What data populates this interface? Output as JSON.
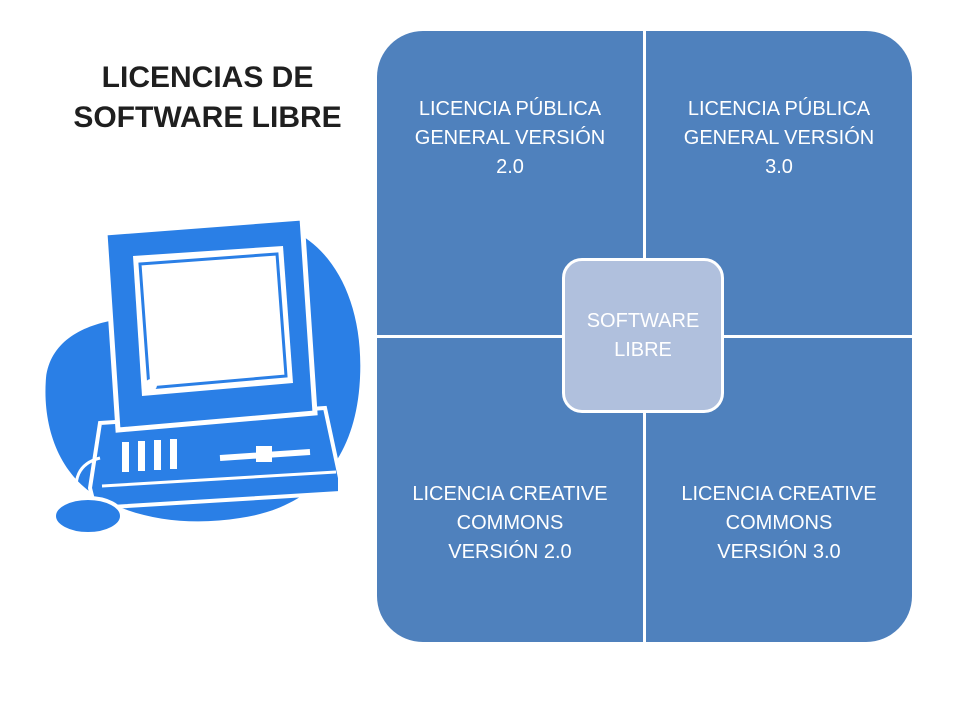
{
  "title": {
    "line1": "LICENCIAS DE",
    "line2": "SOFTWARE LIBRE"
  },
  "center": {
    "line1": "SOFTWARE",
    "line2": "LIBRE"
  },
  "quadrants": [
    {
      "lines": [
        "LICENCIA PÚBLICA",
        "GENERAL VERSIÓN",
        "2.0"
      ]
    },
    {
      "lines": [
        "LICENCIA PÚBLICA",
        "GENERAL VERSIÓN",
        "3.0"
      ]
    },
    {
      "lines": [
        "LICENCIA CREATIVE",
        "COMMONS",
        "VERSIÓN 2.0"
      ]
    },
    {
      "lines": [
        "LICENCIA CREATIVE",
        "COMMONS",
        "VERSIÓN 3.0"
      ]
    }
  ],
  "colors": {
    "quadrant_fill": "#4f81bd",
    "center_fill": "#b0c0dd",
    "clipart_blue": "#2a7fe6"
  },
  "icons": {
    "clipart": "computer-icon"
  }
}
